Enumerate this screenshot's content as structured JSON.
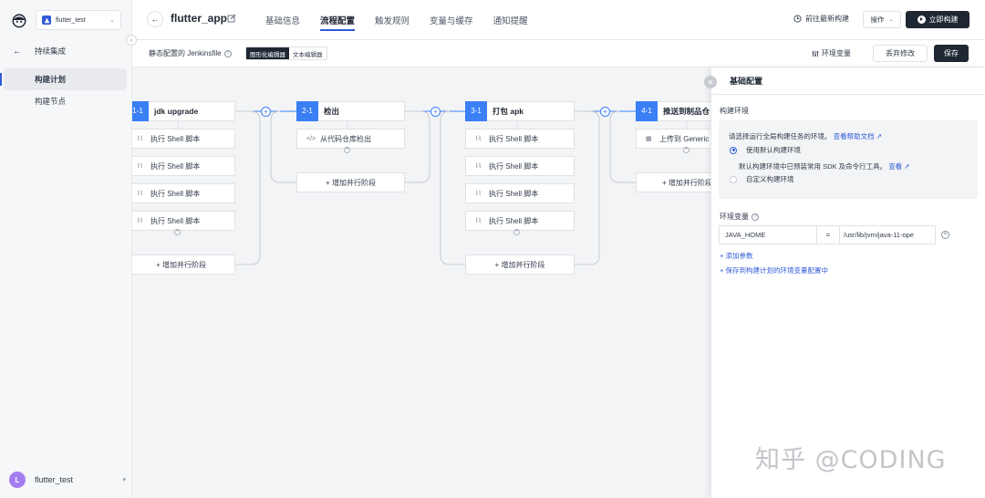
{
  "sidebar": {
    "project_name": "flutter_test",
    "back_label": "持续集成",
    "items": [
      {
        "label": "构建计划"
      },
      {
        "label": "构建节点"
      }
    ],
    "user": {
      "initial": "L",
      "name": "flutter_test"
    }
  },
  "header": {
    "title": "flutter_app",
    "tabs": [
      {
        "label": "基础信息"
      },
      {
        "label": "流程配置"
      },
      {
        "label": "触发规则"
      },
      {
        "label": "变量与缓存"
      },
      {
        "label": "通知提醒"
      }
    ],
    "goto_latest": "前往最新构建",
    "ops_label": "操作",
    "build_label": "立即构建"
  },
  "toolbar": {
    "jenkinsfile_label": "静态配置的 Jenkinsfile",
    "editor_graphic": "图形化编辑器",
    "editor_text": "文本编辑器",
    "env_var_label": "环境变量",
    "discard_label": "丢弃修改",
    "save_label": "保存"
  },
  "pipeline": {
    "stages": [
      {
        "num": "1-1",
        "title": "jdk upgrade",
        "steps": [
          "执行 Shell 脚本",
          "执行 Shell 脚本",
          "执行 Shell 脚本",
          "执行 Shell 脚本"
        ],
        "add_parallel": "+ 增加并行阶段"
      },
      {
        "num": "2-1",
        "title": "检出",
        "steps": [
          "从代码仓库检出"
        ],
        "add_parallel": "+ 增加并行阶段"
      },
      {
        "num": "3-1",
        "title": "打包 apk",
        "steps": [
          "执行 Shell 脚本",
          "执行 Shell 脚本",
          "执行 Shell 脚本",
          "执行 Shell 脚本"
        ],
        "add_parallel": "+ 增加并行阶段"
      },
      {
        "num": "4-1",
        "title": "推送到制品仓",
        "steps": [
          "上传到 Generic"
        ],
        "add_parallel": "+ 增加并行阶段"
      }
    ]
  },
  "panel": {
    "title": "基础配置",
    "build_env_title": "构建环境",
    "env_desc": "请选择运行全局构建任务的环境。",
    "help_link": "查看帮助文档",
    "option_default": "使用默认构建环境",
    "option_default_desc": "默认构建环境中已预装常用 SDK 及命令行工具。",
    "view_link": "查看",
    "option_custom": "自定义构建环境",
    "env_vars_title": "环境变量",
    "env_key": "JAVA_HOME",
    "env_eq": "=",
    "env_value": "/usr/lib/jvm/java-11-ope",
    "add_param": "+ 添加参数",
    "save_to_plan": "+ 保存到构建计划的环境变量配置中"
  },
  "watermark": "知乎 @CODING",
  "colors": {
    "accent": "#2f5bd8",
    "stage_blue": "#3b7ff5",
    "dark": "#1f2733"
  }
}
